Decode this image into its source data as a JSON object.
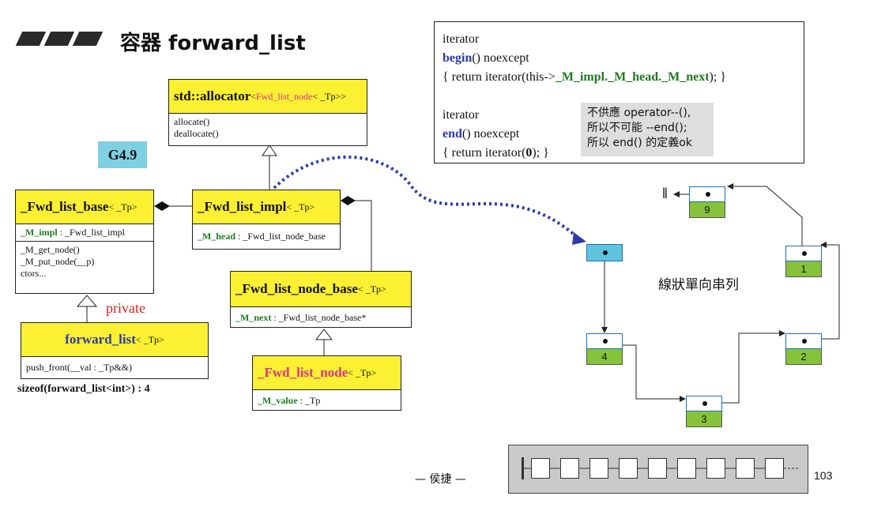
{
  "slide": {
    "title": "容器 forward_list",
    "version_badge": "G4.9",
    "page_number": "103",
    "author": "— 侯捷 —",
    "linked_list_label": "線狀單向串列",
    "null_marker": "ǁ"
  },
  "classes": {
    "allocator": {
      "name": "std::allocator",
      "tparam_node": "Fwd_list_node",
      "tparam_tail": "< _Tp>>",
      "tparam_open": "<",
      "methods": [
        "allocate()",
        "deallocate()"
      ]
    },
    "fwd_list_base": {
      "name": "_Fwd_list_base",
      "tparam": "< _Tp>",
      "member_name": "_M_impl",
      "member_type": " : _Fwd_list_impl",
      "methods": [
        "_M_get_node()",
        "_M_put_node(__p)",
        "ctors..."
      ]
    },
    "fwd_list_impl": {
      "name": "_Fwd_list_impl",
      "tparam": "< _Tp>",
      "member_name": "_M_head",
      "member_type": " : _Fwd_list_node_base"
    },
    "fwd_list_node_base": {
      "name": "_Fwd_list_node_base",
      "tparam": "< _Tp>",
      "member_name": "_M_next",
      "member_type": " : _Fwd_list_node_base*"
    },
    "fwd_list_node": {
      "name": "_Fwd_list_node",
      "tparam": "< _Tp>",
      "member_name": "_M_value",
      "member_type": " : _Tp"
    },
    "forward_list": {
      "name": "forward_list",
      "tparam": "< _Tp>",
      "method": "push_front(__val : _Tp&&)"
    }
  },
  "labels": {
    "private": "private",
    "sizeof": "sizeof(forward_list<int>) : 4"
  },
  "code": {
    "l1": "iterator",
    "l2_fn": "begin",
    "l2_rest": "() noexcept",
    "l3_pre": "{ return iterator(this->",
    "l3_green": "_M_impl._M_head._M_next",
    "l3_post": "); }",
    "l4": "iterator",
    "l5_fn": "end",
    "l5_rest": "() noexcept",
    "l6_pre": "{ return iterator(",
    "l6_bold": "0",
    "l6_post": "); }"
  },
  "note": [
    "不供應 operator--(),",
    "所以不可能 --end();",
    "所以 end() 的定義ok"
  ],
  "list_nodes": [
    "9",
    "1",
    "2",
    "3",
    "4"
  ],
  "colors": {
    "header_yellow": "#fbf032",
    "node_green": "#86c33a",
    "badge_blue": "#7fd0e2",
    "head_cyan": "#5fc4de",
    "arrow_blue": "#2d3aa8"
  }
}
